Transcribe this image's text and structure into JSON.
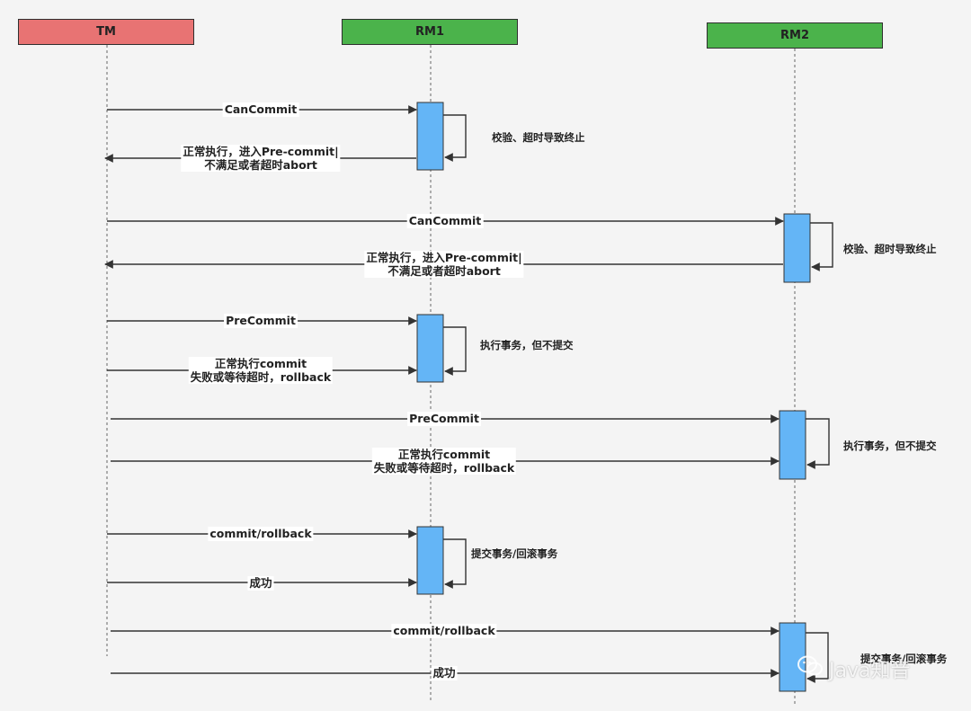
{
  "participants": [
    {
      "id": "tm",
      "label": "TM",
      "color": "#e87373"
    },
    {
      "id": "rm1",
      "label": "RM1",
      "color": "#4bb34b"
    },
    {
      "id": "rm2",
      "label": "RM2",
      "color": "#4bb34b"
    }
  ],
  "colors": {
    "activation": "#64b5f6",
    "line": "#333333"
  },
  "messages": [
    {
      "label": "CanCommit"
    },
    {
      "label": "正常执行，进入Pre-commit|",
      "label2": "不满足或者超时abort"
    },
    {
      "label": "CanCommit"
    },
    {
      "label": "正常执行，进入Pre-commit|",
      "label2": "不满足或者超时abort"
    },
    {
      "label": "PreCommit"
    },
    {
      "label": "正常执行commit",
      "label2": "失败或等待超时，rollback"
    },
    {
      "label": "PreCommit"
    },
    {
      "label": "正常执行commit",
      "label2": "失败或等待超时，rollback"
    },
    {
      "label": "commit/rollback"
    },
    {
      "label": "成功"
    },
    {
      "label": "commit/rollback"
    },
    {
      "label": "成功"
    }
  ],
  "notes": [
    "校验、超时导致终止",
    "校验、超时导致终止",
    "执行事务，但不提交",
    "执行事务，但不提交",
    "提交事务/回滚事务",
    "提交事务/回滚事务"
  ],
  "watermark": {
    "icon": "wechat-icon",
    "text": "Java知音"
  }
}
